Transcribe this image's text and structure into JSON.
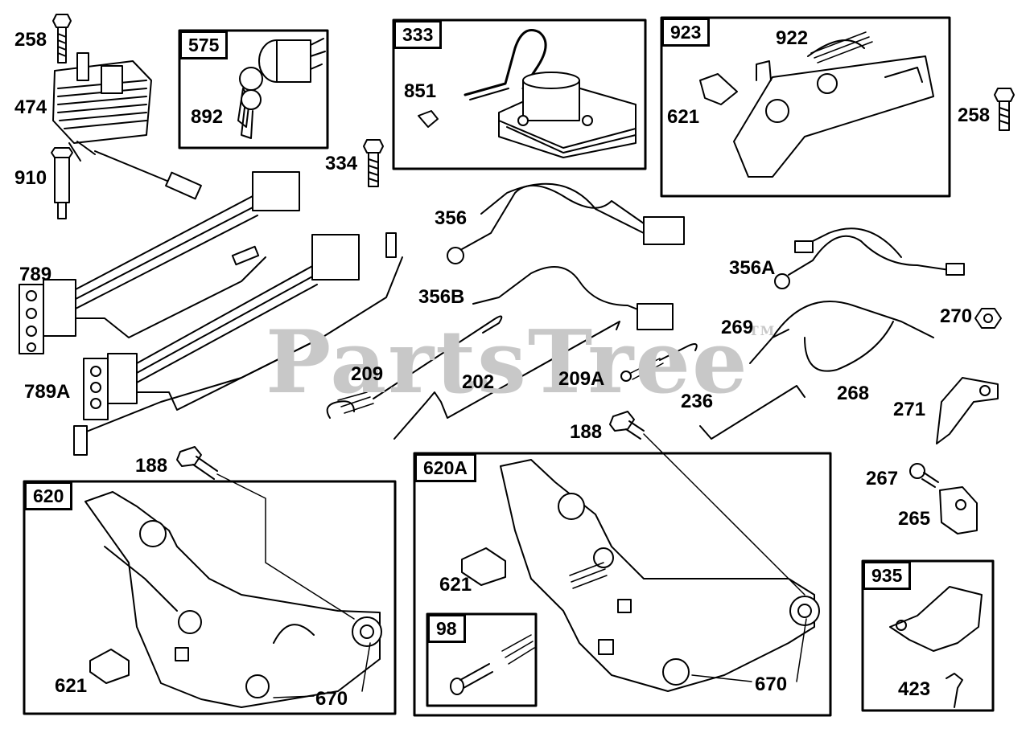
{
  "watermark": "PartsTree",
  "watermark_mark": "TM",
  "boxes": {
    "b575": "575",
    "b333": "333",
    "b923": "923",
    "b620": "620",
    "b620A": "620A",
    "b98": "98",
    "b935": "935"
  },
  "callouts": {
    "c258a": "258",
    "c474": "474",
    "c910": "910",
    "c892": "892",
    "c851": "851",
    "c334": "334",
    "c922": "922",
    "c621a": "621",
    "c258b": "258",
    "c789": "789",
    "c789A": "789A",
    "c356": "356",
    "c356B": "356B",
    "c356A": "356A",
    "c209": "209",
    "c202": "202",
    "c209A": "209A",
    "c236": "236",
    "c269": "269",
    "c270": "270",
    "c268": "268",
    "c271": "271",
    "c188a": "188",
    "c188b": "188",
    "c267": "267",
    "c265": "265",
    "c621b": "621",
    "c670a": "670",
    "c621c": "621",
    "c670b": "670",
    "c423": "423"
  }
}
